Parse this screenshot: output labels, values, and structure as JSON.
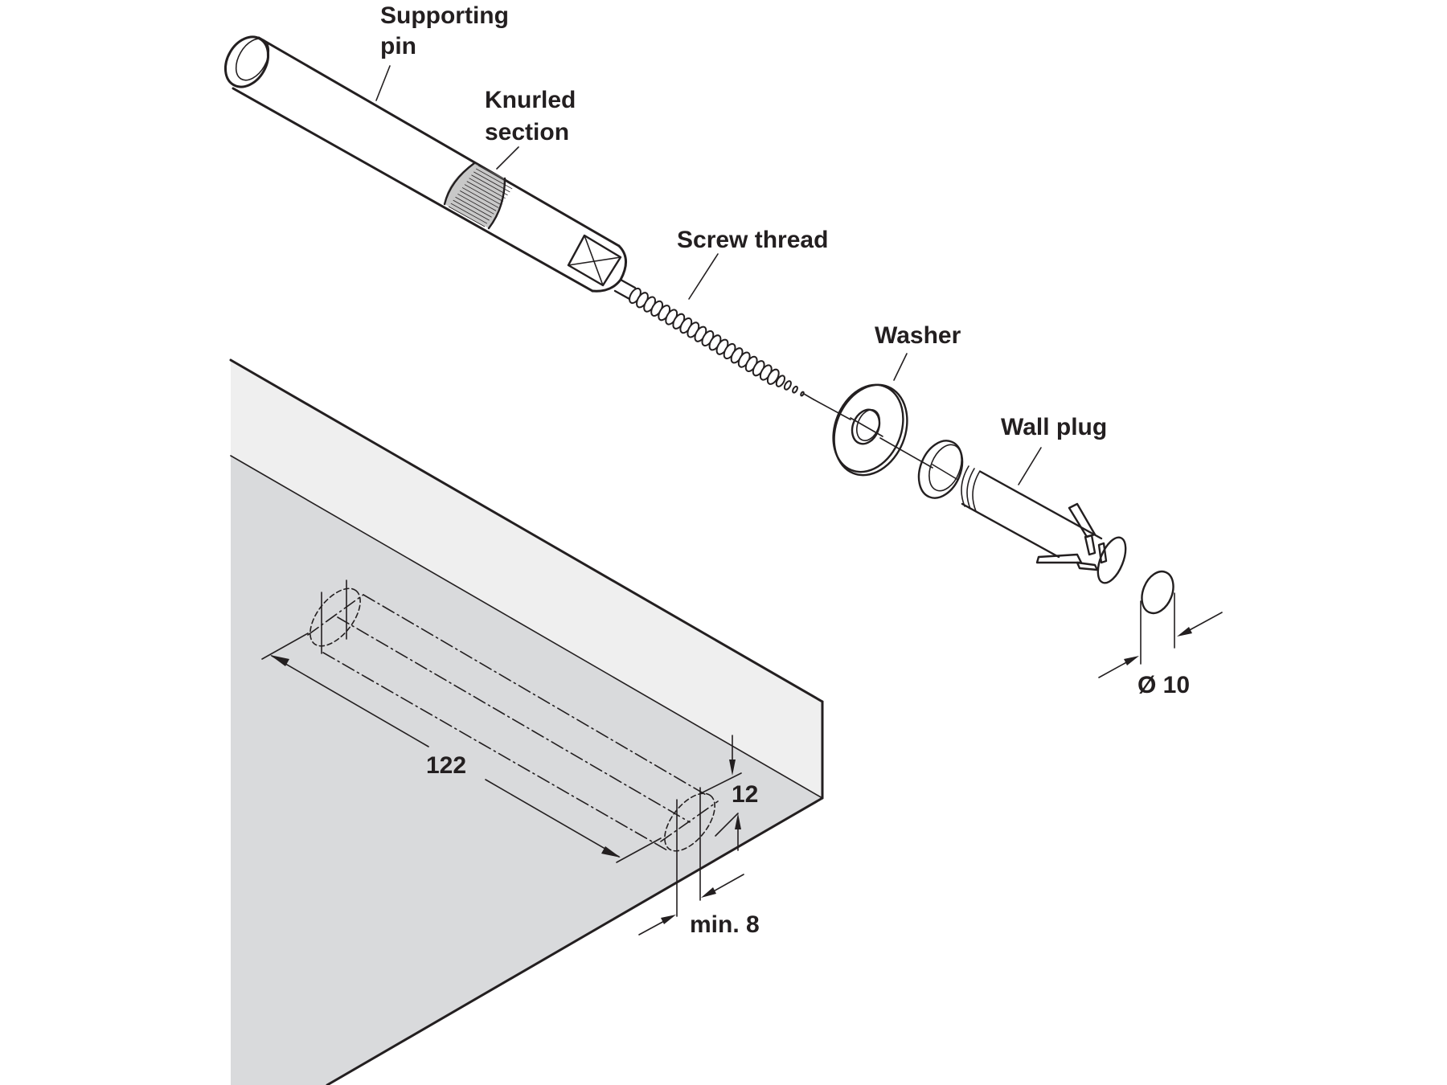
{
  "diagram": {
    "title": "Supporting pin assembly with wall fixing and shelf drilling dimensions",
    "components": [
      {
        "id": "supporting-pin",
        "label_lines": [
          "Supporting",
          "pin"
        ]
      },
      {
        "id": "knurled-section",
        "label_lines": [
          "Knurled",
          "section"
        ]
      },
      {
        "id": "screw-thread",
        "label_lines": [
          "Screw thread"
        ]
      },
      {
        "id": "washer",
        "label_lines": [
          "Washer"
        ]
      },
      {
        "id": "wall-plug",
        "label_lines": [
          "Wall plug"
        ]
      }
    ],
    "dimensions": {
      "hole_spacing": "122",
      "edge_distance": "12",
      "min_depth": "min. 8",
      "drill_diameter": "Ø 10"
    },
    "colors": {
      "line": "#231f20",
      "shelf_top_face": "#efefef",
      "shelf_side_face": "#d9dadc",
      "background": "#ffffff"
    }
  }
}
